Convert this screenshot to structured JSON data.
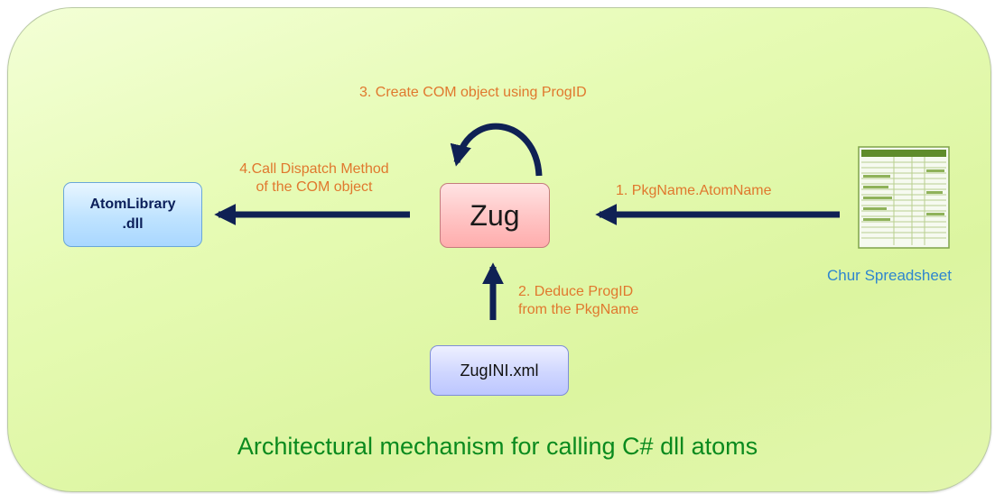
{
  "boxes": {
    "atom_library": "AtomLibrary\n.dll",
    "zug": "Zug",
    "zug_ini": "ZugINI.xml"
  },
  "labels": {
    "step1": "1. PkgName.AtomName",
    "step2": "2. Deduce ProgID\nfrom the PkgName",
    "step3": "3. Create COM object using ProgID",
    "step4": "4.Call Dispatch Method\nof the COM object"
  },
  "spreadsheet_label": "Chur Spreadsheet",
  "footer": "Architectural mechanism for calling C# dll atoms",
  "colors": {
    "arrow": "#0f2154",
    "label": "#e0782e",
    "footer": "#0a8a1e",
    "spreadsheet_label": "#2e86cf"
  }
}
